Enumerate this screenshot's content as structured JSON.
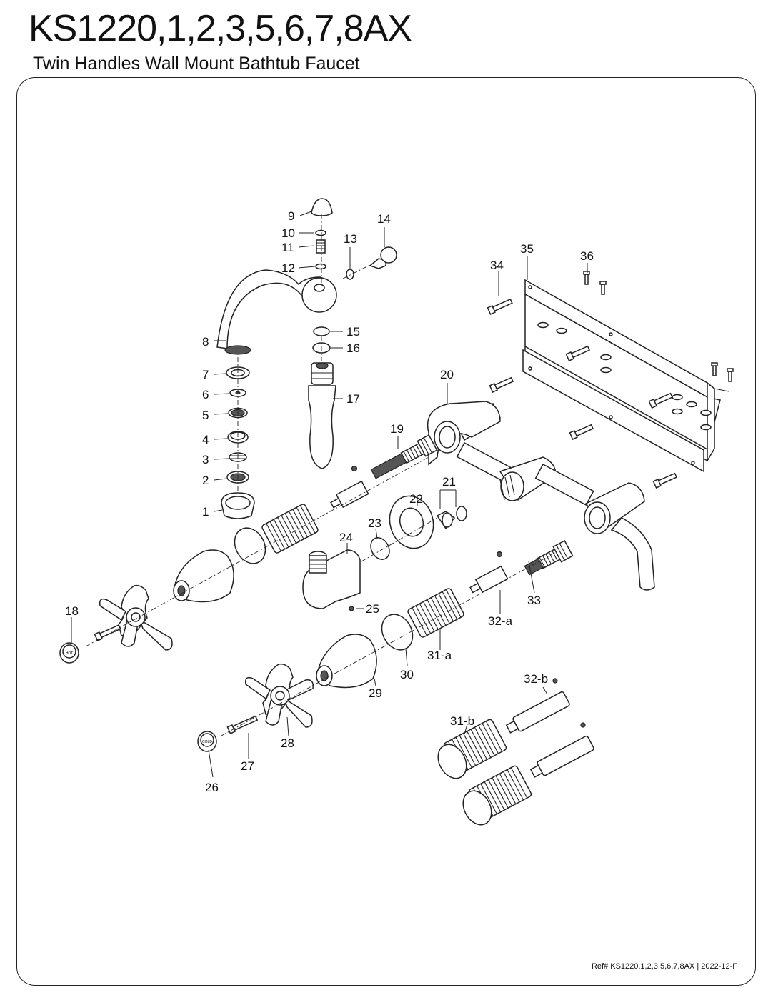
{
  "header": {
    "title": "KS1220,1,2,3,5,6,7,8AX",
    "subtitle": "Twin Handles Wall Mount Bathtub Faucet"
  },
  "footer": {
    "ref": "Ref# KS1220,1,2,3,5,6,7,8AX | 2022-12-F"
  },
  "callouts": [
    "1",
    "2",
    "3",
    "4",
    "5",
    "6",
    "7",
    "8",
    "9",
    "10",
    "11",
    "12",
    "13",
    "14",
    "15",
    "16",
    "17",
    "18",
    "19",
    "20",
    "21",
    "22",
    "23",
    "24",
    "25",
    "26",
    "27",
    "28",
    "29",
    "30",
    "31-a",
    "31-b",
    "32-a",
    "32-b",
    "33",
    "34",
    "35",
    "36"
  ],
  "part_text": {
    "hot_cap": "HOT",
    "cold_cap": "COLD"
  }
}
